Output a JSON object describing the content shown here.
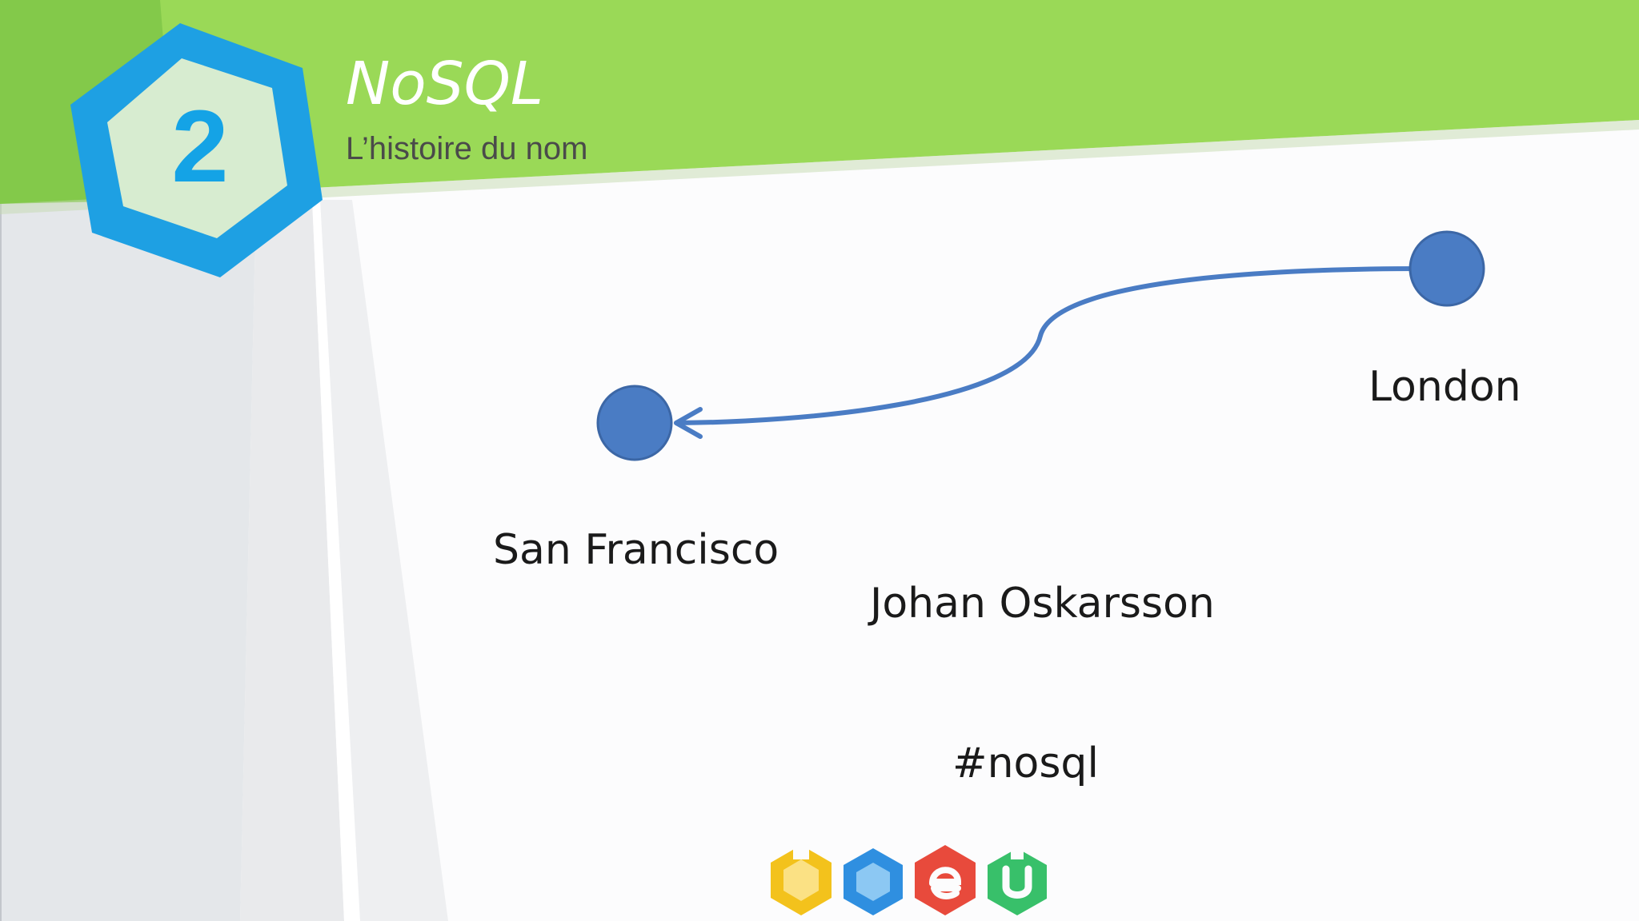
{
  "slide": {
    "number": "2",
    "title": "NoSQL",
    "subtitle": "L’histoire du nom"
  },
  "diagram": {
    "nodes": [
      {
        "id": "london",
        "label": "London"
      },
      {
        "id": "san-francisco",
        "label": "San Francisco"
      }
    ],
    "edge": {
      "from": "london",
      "to": "san-francisco"
    },
    "person": "Johan Oskarsson",
    "hashtag": "#nosql"
  },
  "colors": {
    "header_green": "#9ad957",
    "header_green_dark": "#7fc846",
    "hexagon_blue": "#1ea0e3",
    "number_blue": "#14a3e6",
    "node_blue": "#4a7cc4",
    "logo_yellow": "#f3c21c",
    "logo_blue": "#2f8fe0",
    "logo_red": "#e84a3c",
    "logo_green": "#38c06a"
  },
  "logos": [
    "yellow-hexagon-icon",
    "blue-hexagon-icon",
    "red-e-hexagon-icon",
    "green-u-hexagon-icon"
  ]
}
